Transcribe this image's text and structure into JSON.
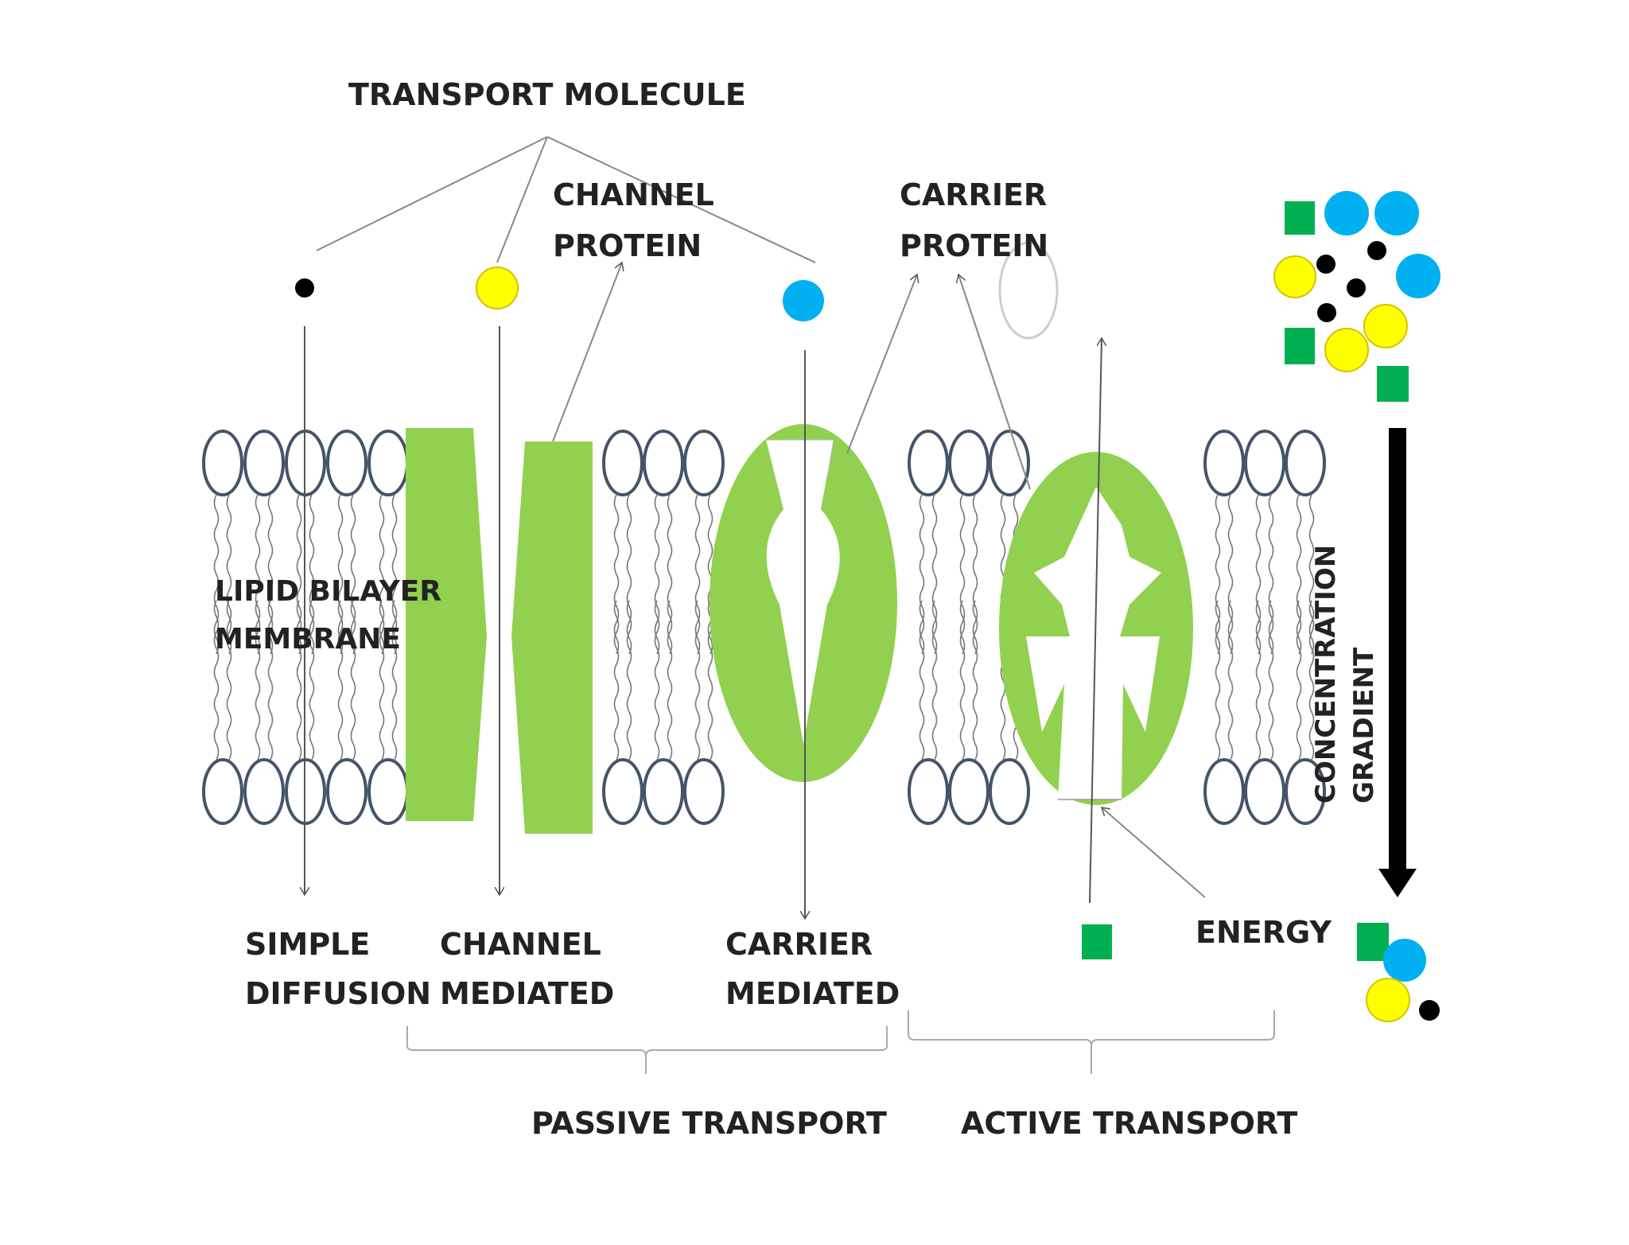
{
  "labels": {
    "transport_molecule": "TRANSPORT MOLECULE",
    "channel_protein_1": "CHANNEL",
    "channel_protein_2": "PROTEIN",
    "carrier_protein_1": "CARRIER",
    "carrier_protein_2": "PROTEIN",
    "lipid_bilayer_1": "LIPID BILAYER",
    "lipid_bilayer_2": "MEMBRANE",
    "simple_diffusion_1": "SIMPLE",
    "simple_diffusion_2": "DIFFUSION",
    "channel_mediated_1": "CHANNEL",
    "channel_mediated_2": "MEDIATED",
    "carrier_mediated_1": "CARRIER",
    "carrier_mediated_2": "MEDIATED",
    "energy": "ENERGY",
    "passive_transport": "PASSIVE TRANSPORT",
    "active_transport": "ACTIVE TRANSPORT",
    "concentration": "CONCENTRATION",
    "gradient": "GRADIENT"
  },
  "colors": {
    "protein_green": "#92d050",
    "molecule_black": "#000000",
    "molecule_yellow": "#ffff00",
    "molecule_blue": "#00b0f0",
    "molecule_green": "#00b050",
    "lipid_head_stroke": "#44546a",
    "line_gray": "#808080"
  }
}
